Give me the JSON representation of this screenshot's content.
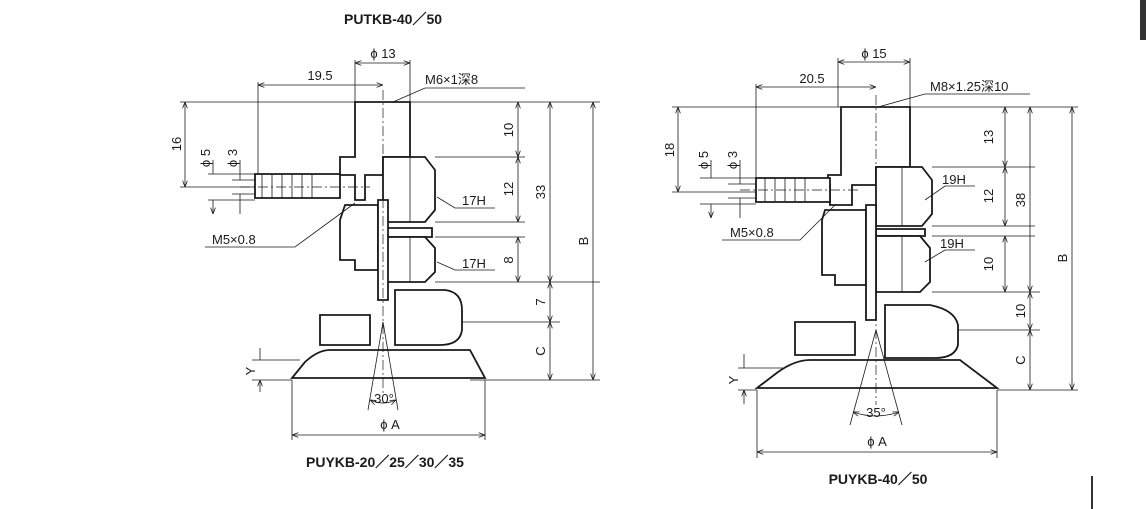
{
  "left_drawing": {
    "top_title": "PUTKB-40／50",
    "bottom_title": "PUYKB-20／25／30／35",
    "dims": {
      "phi13": "ϕ 13",
      "w195": "19.5",
      "thread": "M6×1深8",
      "h16": "16",
      "phi5": "ϕ 5",
      "phi3": "ϕ 3",
      "h10": "10",
      "h12": "12",
      "h33": "33",
      "hex1": "17H",
      "hex2": "17H",
      "h8": "8",
      "h7": "7",
      "hC": "C",
      "hB": "B",
      "m5": "M5×0.8",
      "y": "Y",
      "angle": "30°",
      "phiA": "ϕ A"
    }
  },
  "right_drawing": {
    "bottom_title": "PUYKB-40／50",
    "dims": {
      "phi15": "ϕ 15",
      "w205": "20.5",
      "thread": "M8×1.25深10",
      "h18": "18",
      "phi5": "ϕ 5",
      "phi3": "ϕ 3",
      "h13": "13",
      "h12": "12",
      "h38": "38",
      "hex1": "19H",
      "hex2": "19H",
      "h10a": "10",
      "h10b": "10",
      "hC": "C",
      "hB": "B",
      "m5": "M5×0.8",
      "y": "Y",
      "angle": "35°",
      "phiA": "ϕ A"
    }
  }
}
